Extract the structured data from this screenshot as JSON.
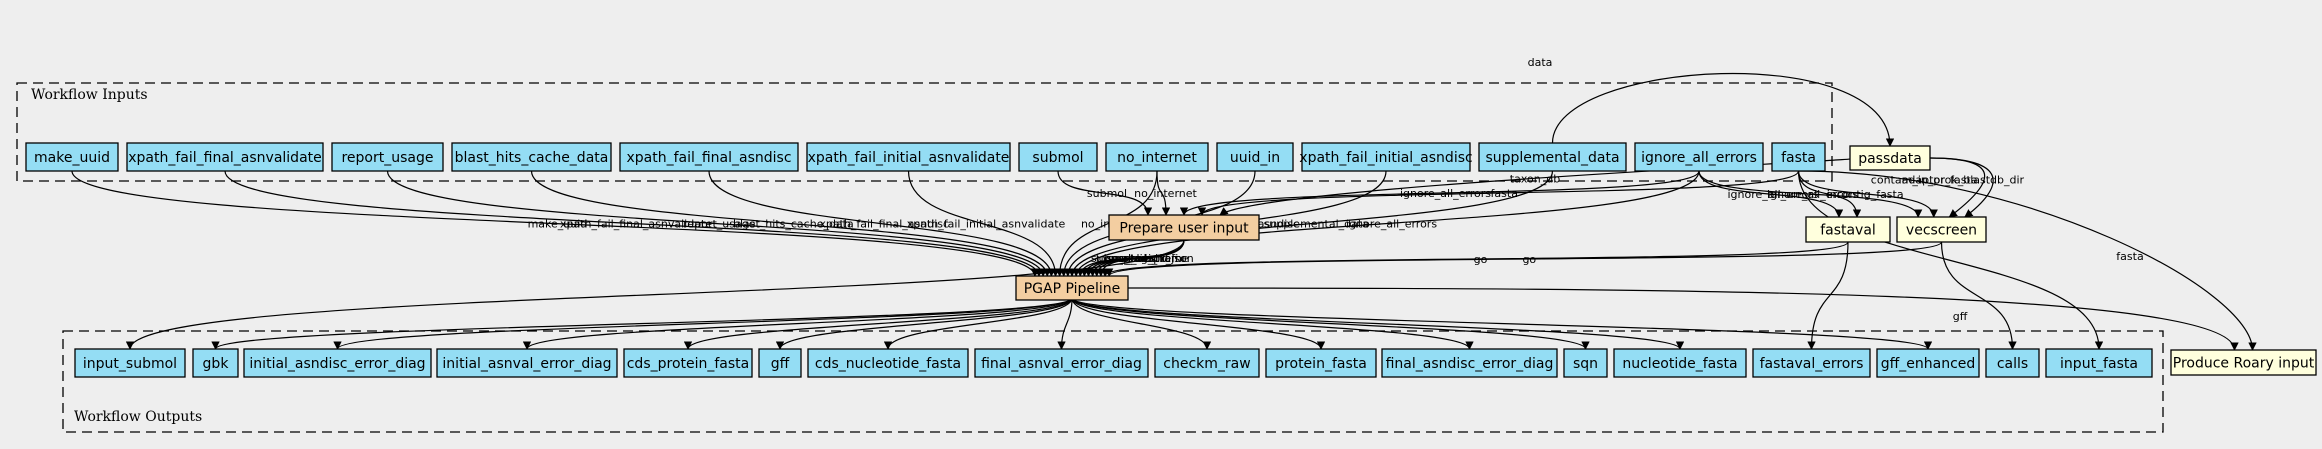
{
  "colors": {
    "background": "#eeeeee",
    "input_node": "#94ddf4",
    "step_node": "#f3cea1",
    "passthrough_node": "#ffffdd",
    "edge": "#000000"
  },
  "clusters": [
    {
      "id": "inputs",
      "title": "Workflow Inputs"
    },
    {
      "id": "outputs",
      "title": "Workflow Outputs"
    }
  ],
  "nodes": [
    {
      "id": "make_uuid",
      "label": "make_uuid",
      "kind": "input"
    },
    {
      "id": "xpath_fail_final_asnvalidate",
      "label": "xpath_fail_final_asnvalidate",
      "kind": "input"
    },
    {
      "id": "report_usage",
      "label": "report_usage",
      "kind": "input"
    },
    {
      "id": "blast_hits_cache_data",
      "label": "blast_hits_cache_data",
      "kind": "input"
    },
    {
      "id": "xpath_fail_final_asndisc",
      "label": "xpath_fail_final_asndisc",
      "kind": "input"
    },
    {
      "id": "xpath_fail_initial_asnvalidate",
      "label": "xpath_fail_initial_asnvalidate",
      "kind": "input"
    },
    {
      "id": "submol",
      "label": "submol",
      "kind": "input"
    },
    {
      "id": "no_internet",
      "label": "no_internet",
      "kind": "input"
    },
    {
      "id": "uuid_in",
      "label": "uuid_in",
      "kind": "input"
    },
    {
      "id": "xpath_fail_initial_asndisc",
      "label": "xpath_fail_initial_asndisc",
      "kind": "input"
    },
    {
      "id": "supplemental_data",
      "label": "supplemental_data",
      "kind": "input"
    },
    {
      "id": "ignore_all_errors",
      "label": "ignore_all_errors",
      "kind": "input"
    },
    {
      "id": "fasta",
      "label": "fasta",
      "kind": "input"
    },
    {
      "id": "passdata",
      "label": "passdata",
      "kind": "passthrough"
    },
    {
      "id": "prepare",
      "label": "Prepare user input",
      "kind": "step"
    },
    {
      "id": "fastaval",
      "label": "fastaval",
      "kind": "passthrough"
    },
    {
      "id": "vecscreen",
      "label": "vecscreen",
      "kind": "passthrough"
    },
    {
      "id": "pgap",
      "label": "PGAP Pipeline",
      "kind": "step"
    },
    {
      "id": "out_input_submol",
      "label": "input_submol",
      "kind": "input"
    },
    {
      "id": "out_gbk",
      "label": "gbk",
      "kind": "input"
    },
    {
      "id": "out_initial_asndisc_error_diag",
      "label": "initial_asndisc_error_diag",
      "kind": "input"
    },
    {
      "id": "out_initial_asnval_error_diag",
      "label": "initial_asnval_error_diag",
      "kind": "input"
    },
    {
      "id": "out_cds_protein_fasta",
      "label": "cds_protein_fasta",
      "kind": "input"
    },
    {
      "id": "out_gff",
      "label": "gff",
      "kind": "input"
    },
    {
      "id": "out_cds_nucleotide_fasta",
      "label": "cds_nucleotide_fasta",
      "kind": "input"
    },
    {
      "id": "out_final_asnval_error_diag",
      "label": "final_asnval_error_diag",
      "kind": "input"
    },
    {
      "id": "out_checkm_raw",
      "label": "checkm_raw",
      "kind": "input"
    },
    {
      "id": "out_protein_fasta",
      "label": "protein_fasta",
      "kind": "input"
    },
    {
      "id": "out_final_asndisc_error_diag",
      "label": "final_asndisc_error_diag",
      "kind": "input"
    },
    {
      "id": "out_sqn",
      "label": "sqn",
      "kind": "input"
    },
    {
      "id": "out_nucleotide_fasta",
      "label": "nucleotide_fasta",
      "kind": "input"
    },
    {
      "id": "out_fastaval_errors",
      "label": "fastaval_errors",
      "kind": "input"
    },
    {
      "id": "out_gff_enhanced",
      "label": "gff_enhanced",
      "kind": "input"
    },
    {
      "id": "out_calls",
      "label": "calls",
      "kind": "input"
    },
    {
      "id": "out_input_fasta",
      "label": "input_fasta",
      "kind": "input"
    },
    {
      "id": "roary",
      "label": "Produce Roary input",
      "kind": "passthrough"
    }
  ],
  "edges": [
    {
      "from": "make_uuid",
      "to": "pgap",
      "label": "make_uuid"
    },
    {
      "from": "xpath_fail_final_asnvalidate",
      "to": "pgap",
      "label": "xpath_fail_final_asnvalidate"
    },
    {
      "from": "report_usage",
      "to": "pgap",
      "label": "report_usage"
    },
    {
      "from": "blast_hits_cache_data",
      "to": "pgap",
      "label": "blast_hits_cache_data"
    },
    {
      "from": "xpath_fail_final_asndisc",
      "to": "pgap",
      "label": "xpath_fail_final_asndisc"
    },
    {
      "from": "xpath_fail_initial_asnvalidate",
      "to": "pgap",
      "label": "xpath_fail_initial_asnvalidate"
    },
    {
      "from": "submol",
      "to": "prepare",
      "label": "submol"
    },
    {
      "from": "no_internet",
      "to": "prepare",
      "label": "no_internet"
    },
    {
      "from": "no_internet",
      "to": "pgap",
      "label": "no_internet"
    },
    {
      "from": "uuid_in",
      "to": "pgap",
      "label": "uuid_in"
    },
    {
      "from": "xpath_fail_initial_asndisc",
      "to": "pgap",
      "label": "xpath_fail_initial_asndisc"
    },
    {
      "from": "supplemental_data",
      "to": "pgap",
      "label": "supplemental_data"
    },
    {
      "from": "supplemental_data",
      "to": "passdata",
      "label": "data"
    },
    {
      "from": "ignore_all_errors",
      "to": "prepare",
      "label": "ignore_all_errors"
    },
    {
      "from": "ignore_all_errors",
      "to": "fastaval",
      "label": "ignore_all_errors"
    },
    {
      "from": "ignore_all_errors",
      "to": "vecscreen",
      "label": "ignore_all_errors"
    },
    {
      "from": "ignore_all_errors",
      "to": "pgap",
      "label": "ignore_all_errors"
    },
    {
      "from": "fasta",
      "to": "prepare",
      "label": "fasta"
    },
    {
      "from": "fasta",
      "to": "fastaval",
      "label": "in"
    },
    {
      "from": "fasta",
      "to": "vecscreen",
      "label": "contig_fasta"
    },
    {
      "from": "fasta",
      "to": "out_input_fasta",
      "label": ""
    },
    {
      "from": "passdata",
      "to": "prepare",
      "label": "taxon_db"
    },
    {
      "from": "passdata",
      "to": "vecscreen",
      "label": "adaptor_fasta"
    },
    {
      "from": "passdata",
      "to": "vecscreen",
      "label": "contam_in_prok_blastdb_dir"
    },
    {
      "from": "prepare",
      "to": "pgap",
      "label": "entries"
    },
    {
      "from": "prepare",
      "to": "pgap",
      "label": "seq_submit"
    },
    {
      "from": "prepare",
      "to": "pgap",
      "label": "locus_tag_prefix"
    },
    {
      "from": "prepare",
      "to": "pgap",
      "label": "submol_block_json"
    },
    {
      "from": "prepare",
      "to": "pgap",
      "label": "taxid"
    },
    {
      "from": "prepare",
      "to": "pgap",
      "label": "gc_assm_name"
    },
    {
      "from": "prepare",
      "to": "out_input_submol",
      "label": ""
    },
    {
      "from": "fastaval",
      "to": "pgap",
      "label": "go"
    },
    {
      "from": "fastaval",
      "to": "out_fastaval_errors",
      "label": ""
    },
    {
      "from": "vecscreen",
      "to": "pgap",
      "label": "go"
    },
    {
      "from": "vecscreen",
      "to": "out_calls",
      "label": ""
    },
    {
      "from": "pgap",
      "to": "out_gbk",
      "label": ""
    },
    {
      "from": "pgap",
      "to": "out_initial_asndisc_error_diag",
      "label": ""
    },
    {
      "from": "pgap",
      "to": "out_initial_asnval_error_diag",
      "label": ""
    },
    {
      "from": "pgap",
      "to": "out_cds_protein_fasta",
      "label": ""
    },
    {
      "from": "pgap",
      "to": "out_gff",
      "label": ""
    },
    {
      "from": "pgap",
      "to": "out_cds_nucleotide_fasta",
      "label": ""
    },
    {
      "from": "pgap",
      "to": "out_final_asnval_error_diag",
      "label": ""
    },
    {
      "from": "pgap",
      "to": "out_checkm_raw",
      "label": ""
    },
    {
      "from": "pgap",
      "to": "out_protein_fasta",
      "label": ""
    },
    {
      "from": "pgap",
      "to": "out_final_asndisc_error_diag",
      "label": ""
    },
    {
      "from": "pgap",
      "to": "out_sqn",
      "label": ""
    },
    {
      "from": "pgap",
      "to": "out_nucleotide_fasta",
      "label": ""
    },
    {
      "from": "pgap",
      "to": "out_gff_enhanced",
      "label": ""
    },
    {
      "from": "pgap",
      "to": "roary",
      "label": "gff"
    },
    {
      "from": "fasta",
      "to": "roary",
      "label": "fasta"
    }
  ]
}
